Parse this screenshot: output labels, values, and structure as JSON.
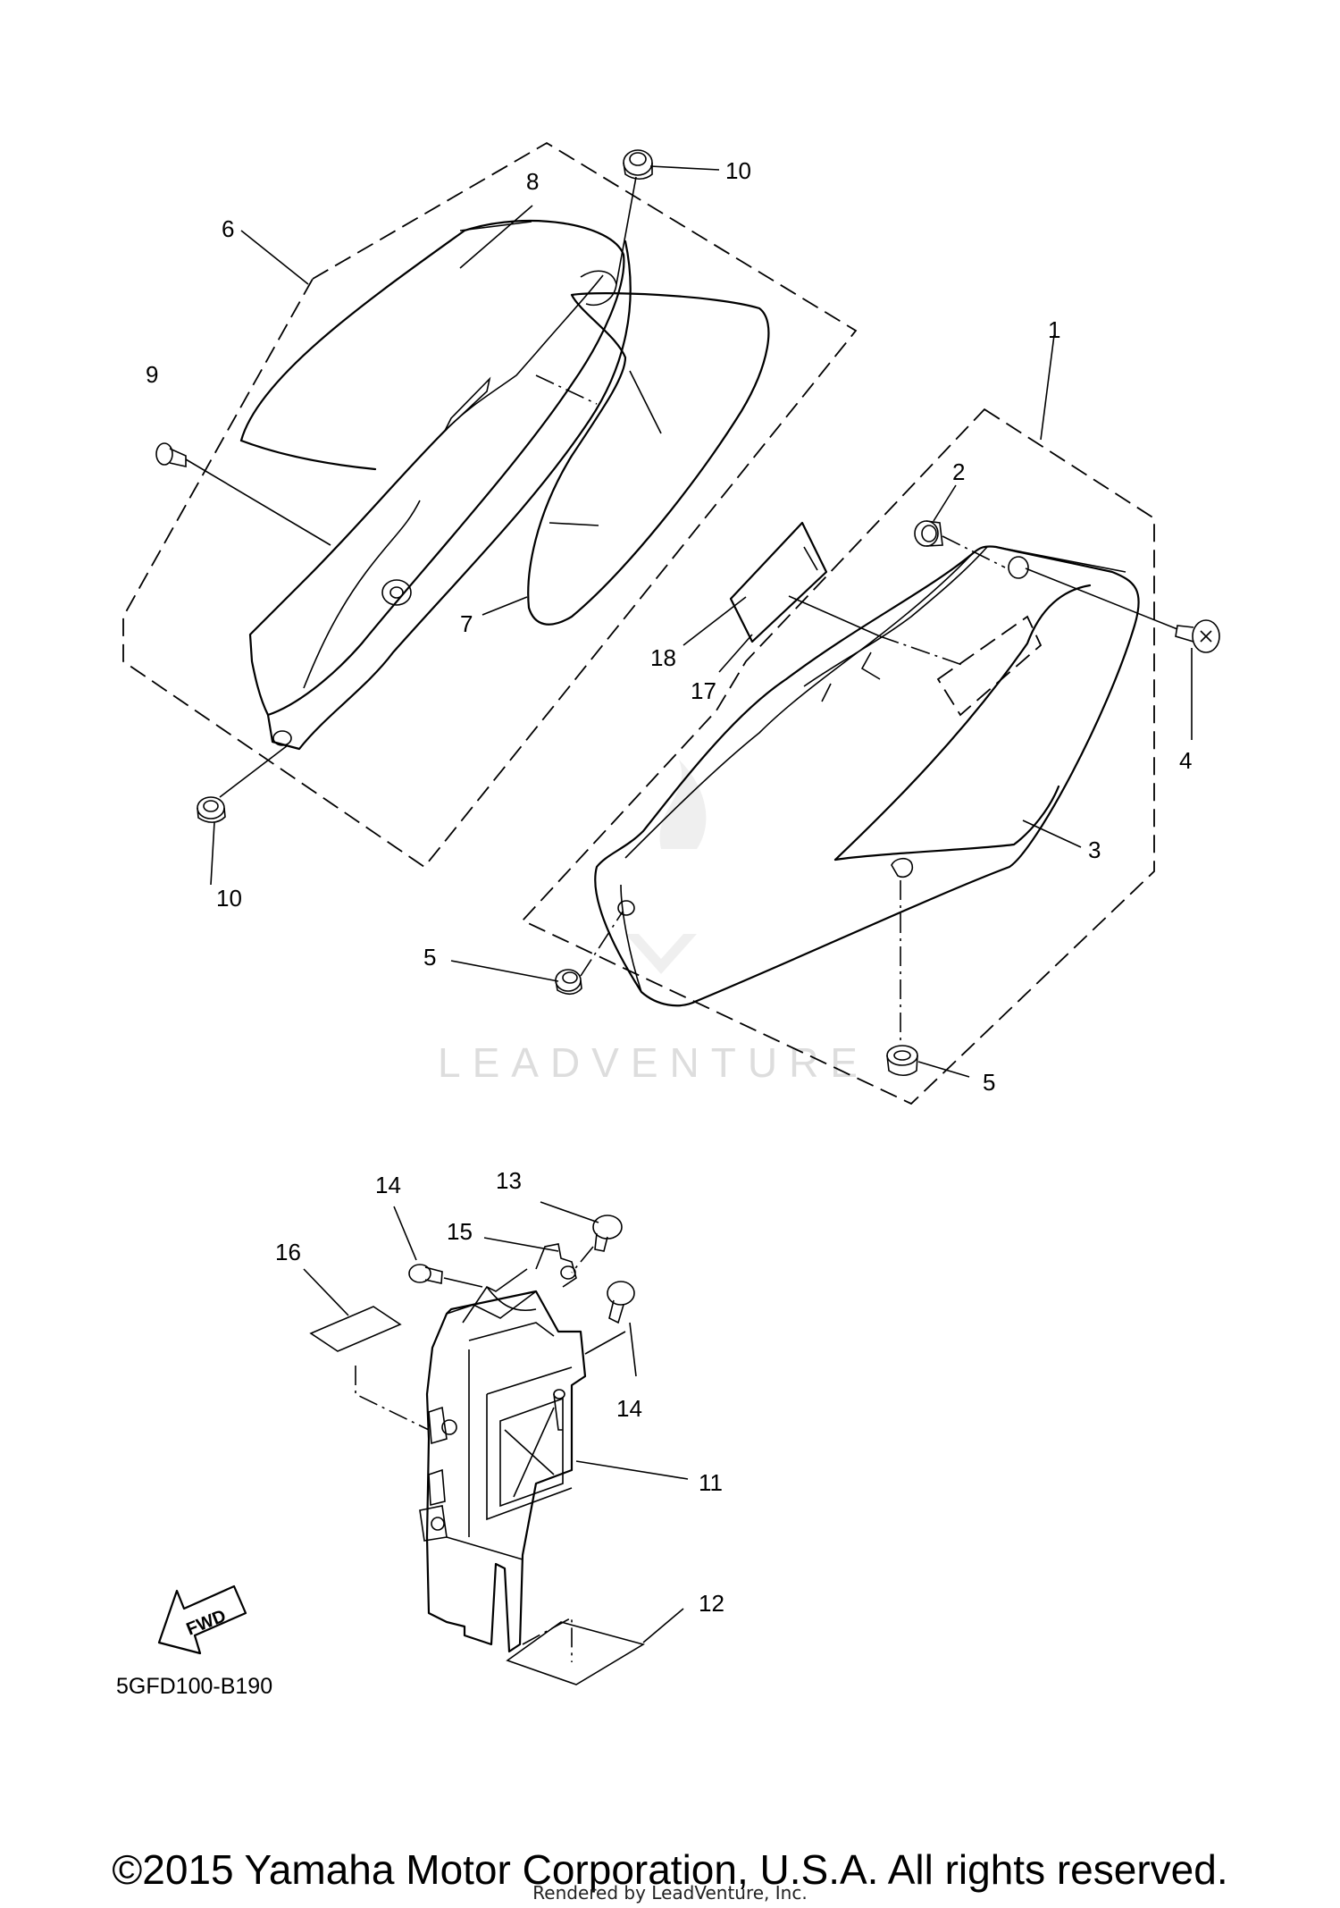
{
  "diagram": {
    "callouts": [
      "10",
      "8",
      "6",
      "9",
      "7",
      "10",
      "1",
      "2",
      "4",
      "18",
      "17",
      "3",
      "5",
      "5",
      "14",
      "13",
      "15",
      "16",
      "14",
      "11",
      "12"
    ],
    "fwd_label": "FWD",
    "diagram_code": "5GFD100-B190",
    "watermark": "LEADVENTURE"
  },
  "footer": {
    "copyright": "©2015 Yamaha Motor Corporation, U.S.A. All rights reserved.",
    "rendered_by": "Rendered by LeadVenture, Inc."
  }
}
